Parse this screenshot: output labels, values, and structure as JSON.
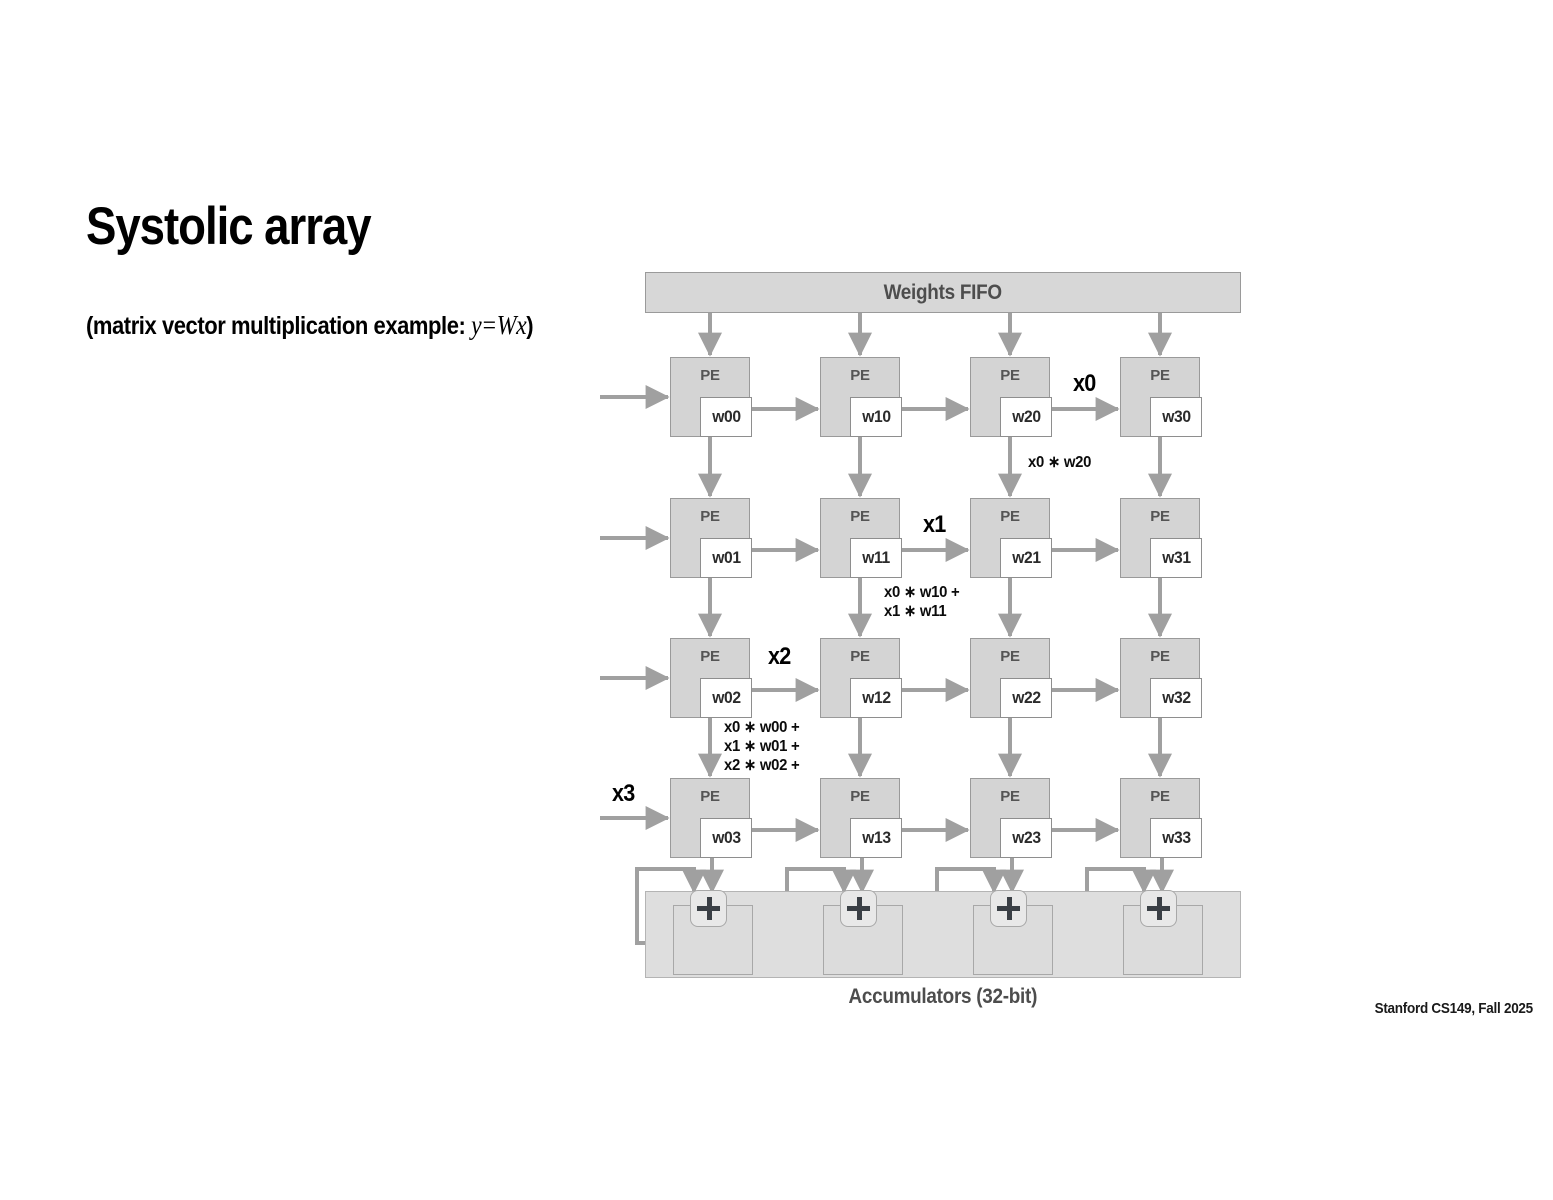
{
  "slide": {
    "title": "Systolic array",
    "subtitle_prefix": "(matrix vector multiplication example: ",
    "subtitle_math_y": "y",
    "subtitle_math_eq": "=",
    "subtitle_math_W": "W",
    "subtitle_math_x": "x",
    "subtitle_suffix": ")",
    "footer": "Stanford CS149, Fall 2025"
  },
  "weights_fifo": {
    "label": "Weights FIFO"
  },
  "accumulators": {
    "caption": "Accumulators (32-bit)",
    "adder_glyph": "+",
    "count": 4
  },
  "grid": {
    "pe_label": "PE",
    "rows": 4,
    "cols": 4,
    "weights": [
      [
        "w00",
        "w10",
        "w20",
        "w30"
      ],
      [
        "w01",
        "w11",
        "w21",
        "w31"
      ],
      [
        "w02",
        "w12",
        "w22",
        "w32"
      ],
      [
        "w03",
        "w13",
        "w23",
        "w33"
      ]
    ]
  },
  "input_labels": [
    {
      "id": "x0",
      "text": "x0"
    },
    {
      "id": "x1",
      "text": "x1"
    },
    {
      "id": "x2",
      "text": "x2"
    },
    {
      "id": "x3",
      "text": "x3"
    }
  ],
  "partial_sums": [
    {
      "id": "psum-x0w20",
      "lines": [
        "x0 ∗ w20"
      ]
    },
    {
      "id": "psum-col1",
      "lines": [
        "x0 ∗ w10 +",
        "x1 ∗ w11"
      ]
    },
    {
      "id": "psum-col0",
      "lines": [
        "x0 ∗ w00 +",
        "x1 ∗ w01 +",
        "x2 ∗ w02 +"
      ]
    }
  ],
  "colors": {
    "pe_fill": "#d4d4d4",
    "pe_border": "#9a9a9a",
    "bar_fill": "#d7d7d7",
    "accum_fill": "#dedede",
    "wire": "#a0a0a0",
    "text_dark": "#4d4d4d",
    "background": "#ffffff"
  }
}
